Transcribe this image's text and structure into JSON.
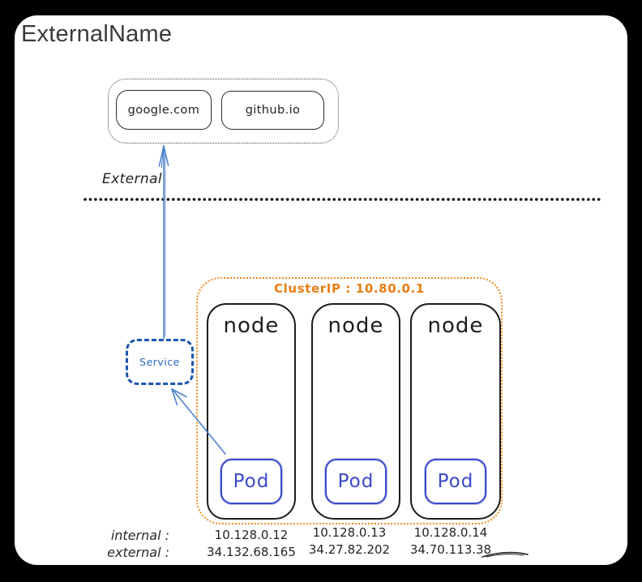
{
  "title": "ExternalName",
  "external": {
    "zone_label": "External",
    "domains": [
      {
        "label": "google.com"
      },
      {
        "label": "github.io"
      }
    ]
  },
  "service": {
    "label": "Service"
  },
  "cluster": {
    "label": "ClusterIP : 10.80.0.1",
    "nodes": [
      {
        "label": "node",
        "pod": "Pod",
        "internal_ip": "10.128.0.12",
        "external_ip": "34.132.68.165"
      },
      {
        "label": "node",
        "pod": "Pod",
        "internal_ip": "10.128.0.13",
        "external_ip": "34.27.82.202"
      },
      {
        "label": "node",
        "pod": "Pod",
        "internal_ip": "10.128.0.14",
        "external_ip": "34.70.113.38"
      }
    ],
    "ip_rows": {
      "internal_label": "internal :",
      "external_label": "external :"
    }
  },
  "colors": {
    "arrow_blue": "#4d82cc",
    "service_blue": "#1c56b0",
    "pod_blue": "#3a49c9",
    "cluster_orange": "#e8821e",
    "ink": "#1e1e1e"
  }
}
